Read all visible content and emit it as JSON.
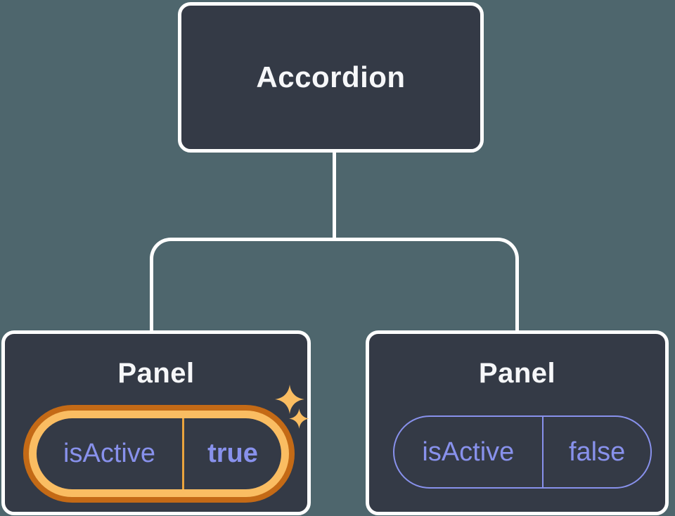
{
  "diagram": {
    "root": {
      "label": "Accordion"
    },
    "children": [
      {
        "title": "Panel",
        "prop": "isActive",
        "value": "true",
        "highlighted": true,
        "icon": "sparkles-icon"
      },
      {
        "title": "Panel",
        "prop": "isActive",
        "value": "false",
        "highlighted": false
      }
    ]
  },
  "colors": {
    "canvas-bg": "#4E666D",
    "node-bg": "#343A46",
    "node-border": "#FFFFFF",
    "connector": "#FFFFFF",
    "text-primary": "#F6F7F9",
    "prop-purple": "#8891EC",
    "highlight-outer": "#C46A16",
    "highlight-inner": "#FABD62",
    "highlight-divider": "#E9A33D",
    "sparkle": "#FABD62"
  }
}
